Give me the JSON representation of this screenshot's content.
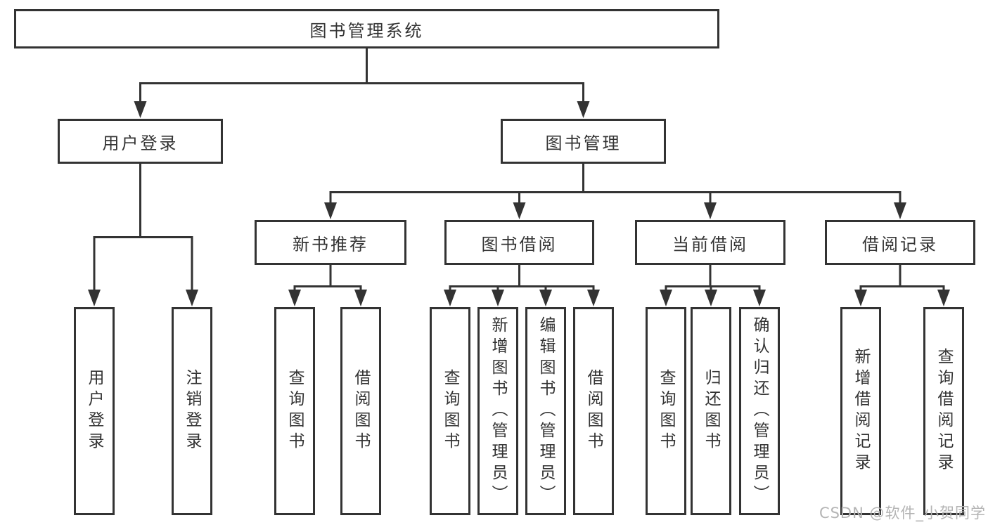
{
  "tree": {
    "label": "图书管理系统",
    "children": [
      {
        "label": "用户登录",
        "children": [
          {
            "label": "用户登录"
          },
          {
            "label": "注销登录"
          }
        ]
      },
      {
        "label": "图书管理",
        "children": [
          {
            "label": "新书推荐",
            "children": [
              {
                "label": "查询图书"
              },
              {
                "label": "借阅图书"
              }
            ]
          },
          {
            "label": "图书借阅",
            "children": [
              {
                "label": "查询图书"
              },
              {
                "label": "新增图书（管理员）"
              },
              {
                "label": "编辑图书（管理员）"
              },
              {
                "label": "借阅图书"
              }
            ]
          },
          {
            "label": "当前借阅",
            "children": [
              {
                "label": "查询图书"
              },
              {
                "label": "归还图书"
              },
              {
                "label": "确认归还（管理员）"
              }
            ]
          },
          {
            "label": "借阅记录",
            "children": [
              {
                "label": "新增借阅记录"
              },
              {
                "label": "查询借阅记录"
              }
            ]
          }
        ]
      }
    ]
  },
  "watermark": {
    "text": "CSDN @软件_小贺同学"
  },
  "colors": {
    "line_color": "#333333",
    "text_color": "#333333",
    "box_bg": "#ffffff",
    "background": "#ffffff",
    "watermark_color": "#b4b4b4"
  }
}
